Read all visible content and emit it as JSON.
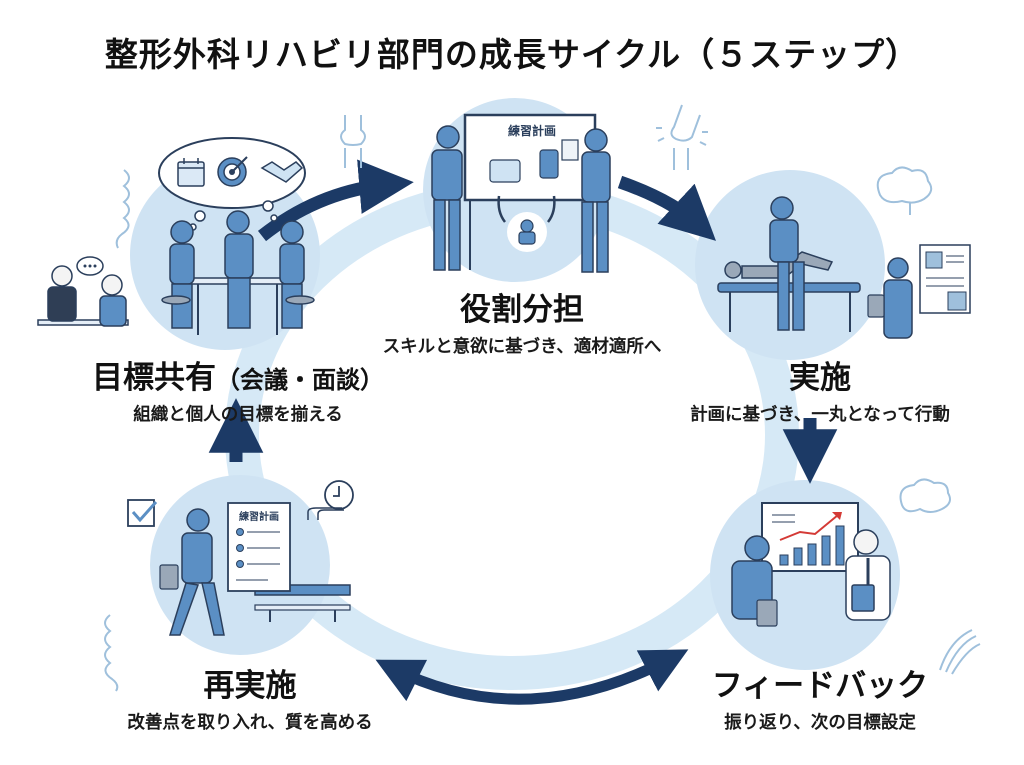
{
  "title": "整形外科リハビリ部門の成長サイクル（５ステップ）",
  "colors": {
    "ring": "#d6e9f6",
    "blob": "#cfe3f3",
    "arrow": "#1c3a66",
    "figure": "#5b8fc4",
    "outline": "#2b3f5c",
    "accent_red": "#d43a36"
  },
  "steps": [
    {
      "id": "goal-sharing",
      "heading": "目標共有",
      "heading_paren": "（会議・面談）",
      "subtitle": "組織と個人の目標を揃える",
      "icons": [
        "calendar-icon",
        "target-icon",
        "handshake-icon",
        "speech-bubble-icon",
        "spine-icon"
      ]
    },
    {
      "id": "role-assignment",
      "heading": "役割分担",
      "subtitle": "スキルと意欲に基づき、適材適所へ",
      "whiteboard_title": "練習計画",
      "icons": [
        "knee-joint-icon"
      ]
    },
    {
      "id": "execution",
      "heading": "実施",
      "subtitle": "計画に基づき、一丸となって行動",
      "icons": [
        "brain-icon",
        "patient-record-icon",
        "knee-joint-pain-icon"
      ]
    },
    {
      "id": "feedback",
      "heading": "フィードバック",
      "subtitle": "振り返り、次の目標設定",
      "icons": [
        "growth-chart-icon",
        "brain-icon",
        "muscle-icon"
      ]
    },
    {
      "id": "re-execution",
      "heading": "再実施",
      "subtitle": "改善点を取り入れ、質を高める",
      "document_title": "練習計画",
      "icons": [
        "checkbox-icon",
        "clock-icon",
        "spine-icon"
      ]
    }
  ],
  "flow": [
    {
      "from": "goal-sharing",
      "to": "role-assignment",
      "direction": "forward"
    },
    {
      "from": "role-assignment",
      "to": "execution",
      "direction": "forward"
    },
    {
      "from": "execution",
      "to": "feedback",
      "direction": "forward"
    },
    {
      "from": "feedback",
      "to": "re-execution",
      "direction": "bidirectional"
    },
    {
      "from": "re-execution",
      "to": "goal-sharing",
      "direction": "forward"
    }
  ]
}
